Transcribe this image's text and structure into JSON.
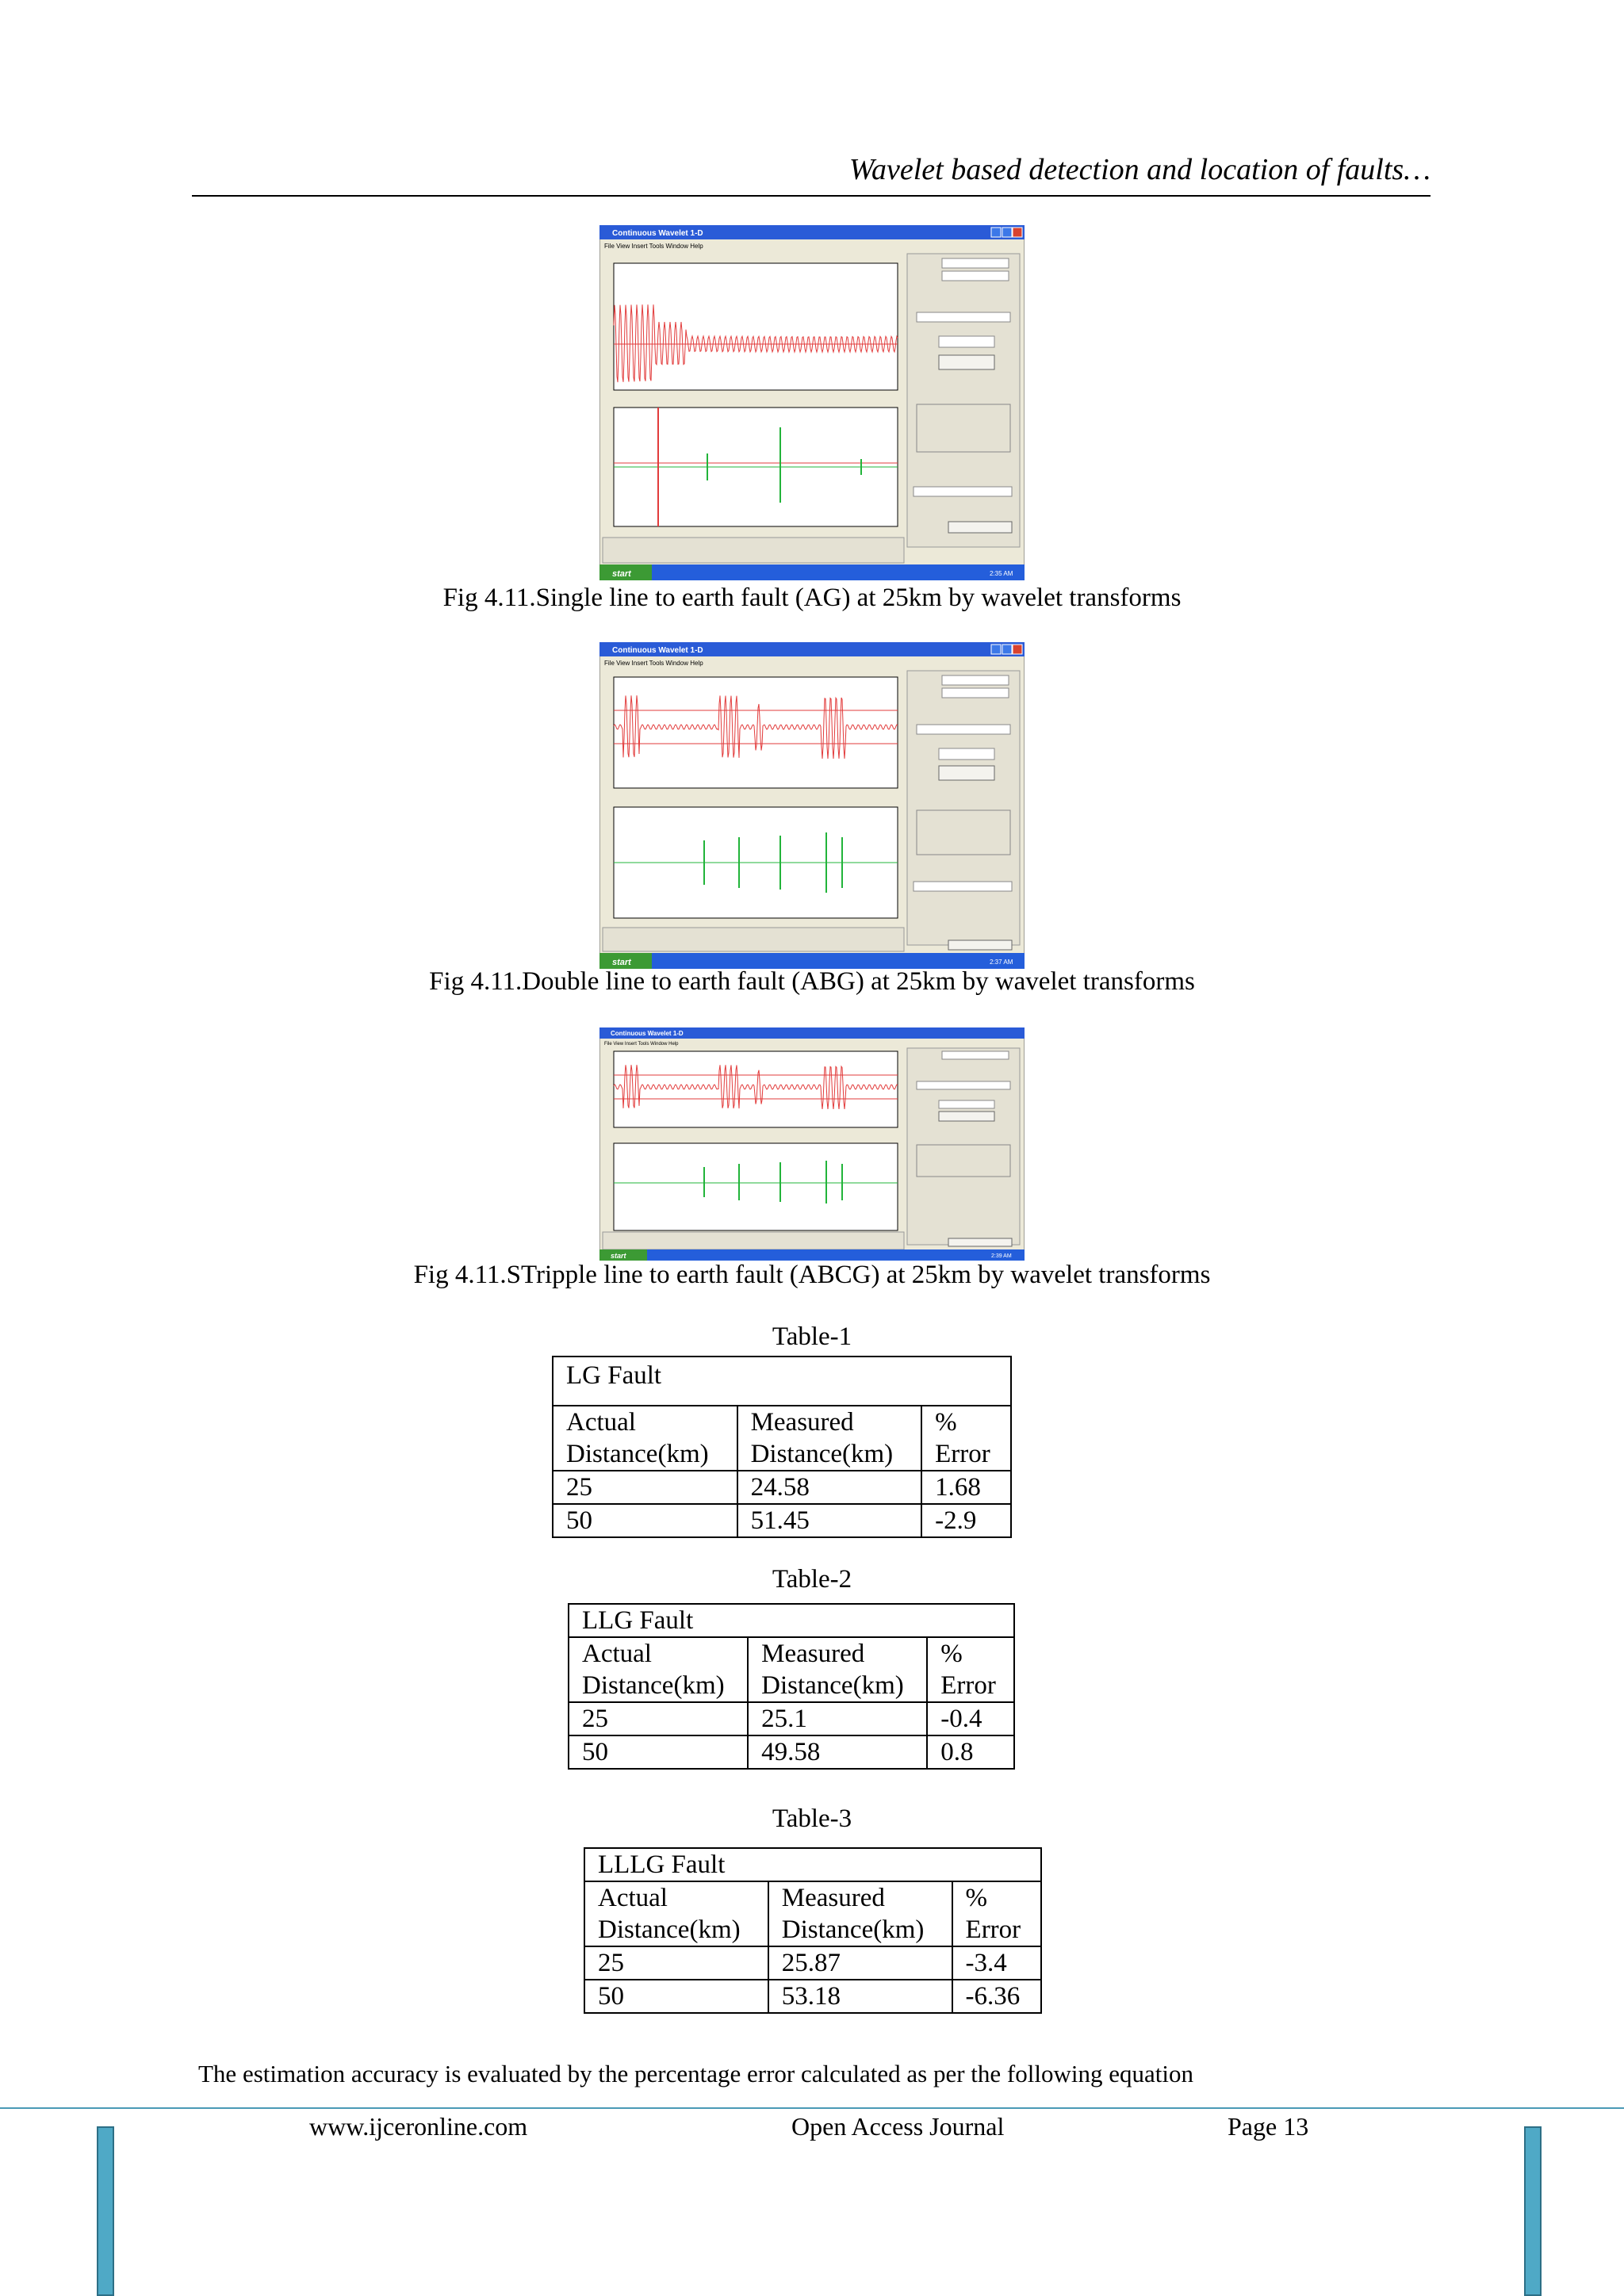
{
  "header": {
    "title": "Wavelet based detection and location of faults…"
  },
  "figures": [
    {
      "window_title": "Continuous Wavelet 1-D",
      "menu": "File  View  Insert  Tools  Window  Help",
      "caption": "Fig 4.11.Single line to earth fault (AG) at 25km by wavelet transforms",
      "taskbar_start": "start",
      "clock": "2:35 AM"
    },
    {
      "window_title": "Continuous Wavelet 1-D",
      "menu": "File  View  Insert  Tools  Window  Help",
      "caption": "Fig 4.11.Double line to earth fault (ABG) at 25km by wavelet transforms",
      "taskbar_start": "start",
      "clock": "2:37 AM"
    },
    {
      "window_title": "Continuous Wavelet 1-D",
      "menu": "File  View  Insert  Tools  Window  Help",
      "caption": "Fig 4.11.STripple line to earth fault (ABCG) at 25km by wavelet transforms",
      "taskbar_start": "start",
      "clock": "2:39 AM"
    }
  ],
  "tables": [
    {
      "label": "Table-1",
      "title": "LG Fault",
      "headers": [
        "Actual Distance(km)",
        "Measured Distance(km)",
        "% Error"
      ],
      "header_lines": [
        [
          "Actual",
          "Distance(km)"
        ],
        [
          "Measured",
          "Distance(km)"
        ],
        [
          "%",
          "Error"
        ]
      ],
      "rows": [
        [
          "25",
          "24.58",
          "1.68"
        ],
        [
          "50",
          "51.45",
          "-2.9"
        ]
      ]
    },
    {
      "label": "Table-2",
      "title": "LLG Fault",
      "header_lines": [
        [
          "Actual",
          "Distance(km)"
        ],
        [
          "Measured",
          "Distance(km)"
        ],
        [
          "%",
          "Error"
        ]
      ],
      "rows": [
        [
          "25",
          "25.1",
          "-0.4"
        ],
        [
          "50",
          "49.58",
          "0.8"
        ]
      ]
    },
    {
      "label": "Table-3",
      "title": "LLLG Fault",
      "header_lines": [
        [
          "Actual",
          "Distance(km)"
        ],
        [
          "Measured",
          "Distance(km)"
        ],
        [
          "%",
          "Error"
        ]
      ],
      "rows": [
        [
          "25",
          "25.87",
          "-3.4"
        ],
        [
          "50",
          "53.18",
          "-6.36"
        ]
      ]
    }
  ],
  "body_text": "The estimation accuracy is evaluated by the percentage error calculated as per the following equation",
  "footer": {
    "left": "www.ijceronline.com",
    "center": "Open Access Journal",
    "right": "Page 13"
  },
  "colors": {
    "footer_rule": "#4a9ab5",
    "side_bar": "#4fa9c6",
    "xp_title": "#2a5bd7",
    "xp_taskbar": "#245edb",
    "signal": "#e23b3b",
    "coeffs": "#22b43a"
  }
}
